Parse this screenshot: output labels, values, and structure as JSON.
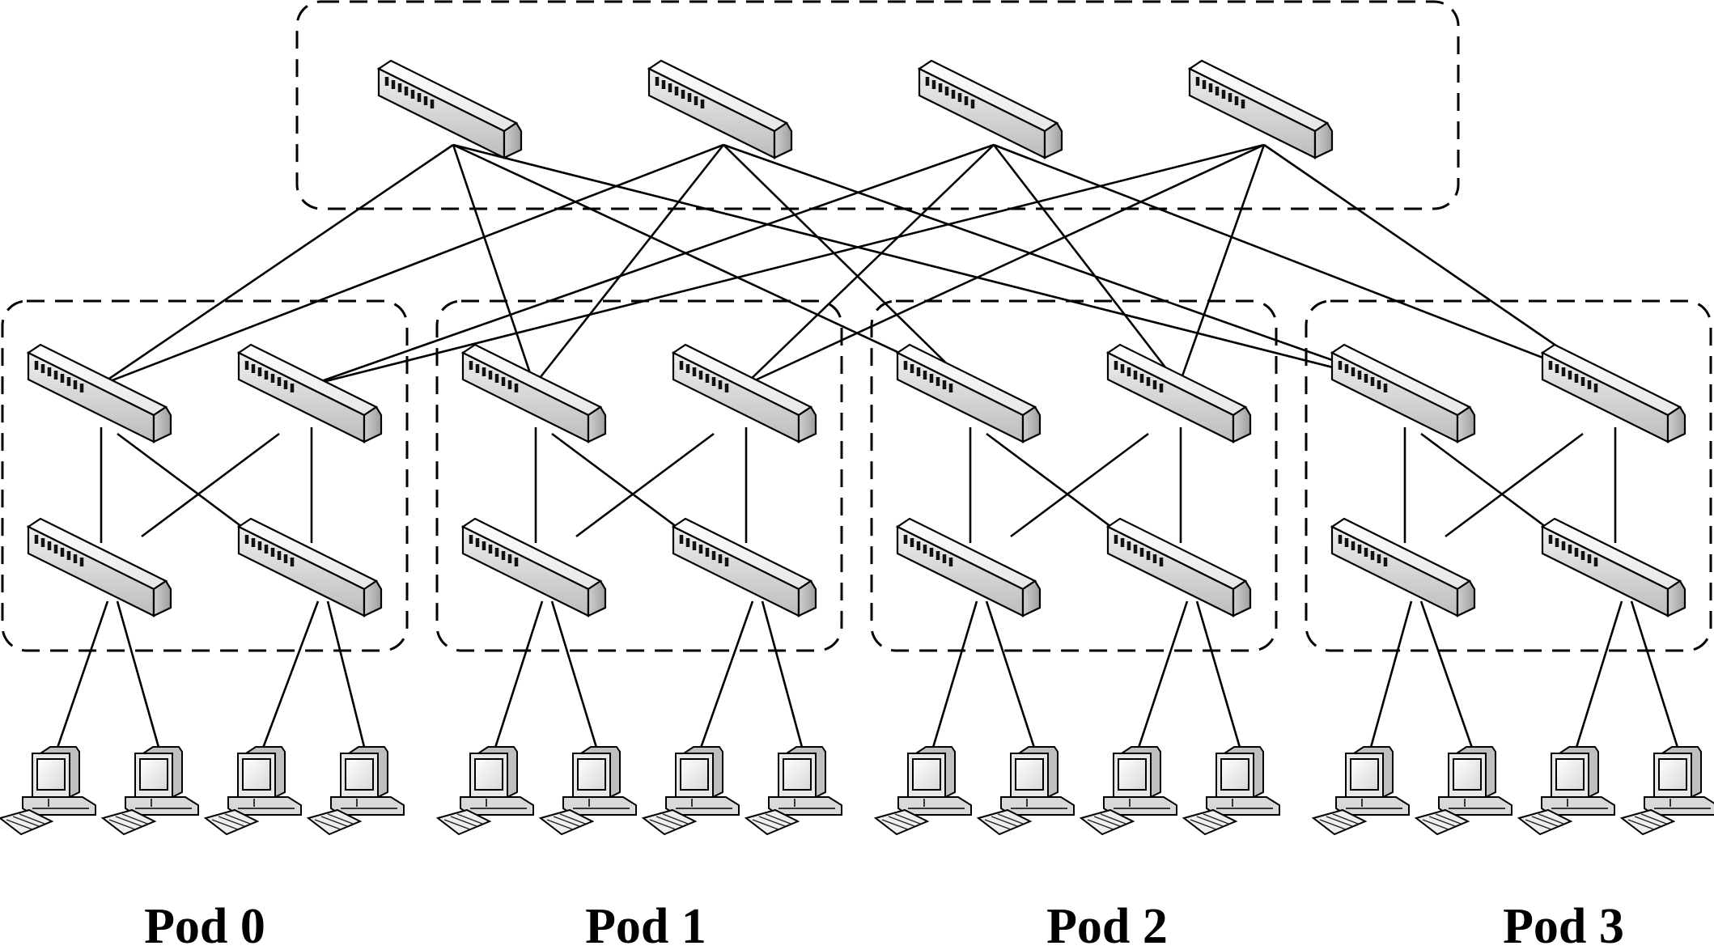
{
  "title": "",
  "topology": {
    "core_count": 4,
    "pod_count": 4,
    "switches_per_layer_per_pod": 2,
    "hosts_per_edge_switch": 2
  },
  "pods": [
    {
      "label": "Pod 0"
    },
    {
      "label": "Pod 1"
    },
    {
      "label": "Pod 2"
    },
    {
      "label": "Pod 3"
    }
  ],
  "colors": {
    "line": "#000000",
    "switch_top": "#f4f4f4",
    "switch_front": "#dcdcdc",
    "switch_side": "#c2c2c2",
    "port": "#1a1a1a"
  }
}
